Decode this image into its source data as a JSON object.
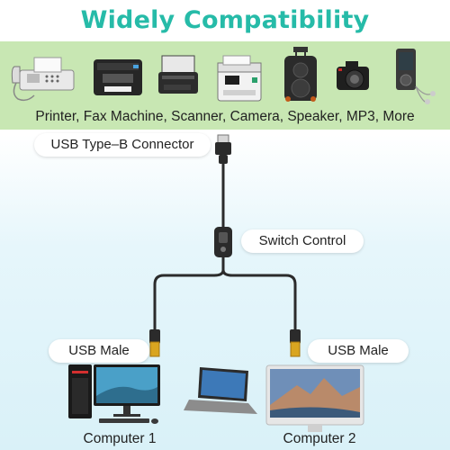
{
  "header": {
    "title": "Widely Compatibility"
  },
  "devices": {
    "caption": "Printer, Fax Machine, Scanner, Camera, Speaker, MP3, More",
    "items": [
      {
        "name": "fax-machine-icon"
      },
      {
        "name": "printer-icon"
      },
      {
        "name": "scanner-icon"
      },
      {
        "name": "multifunction-printer-icon"
      },
      {
        "name": "speaker-icon"
      },
      {
        "name": "camera-icon"
      },
      {
        "name": "mp3-player-icon"
      }
    ]
  },
  "labels": {
    "usb_type_b": "USB Type–B Connector",
    "switch_control": "Switch Control",
    "usb_male_left": "USB Male",
    "usb_male_right": "USB Male"
  },
  "computers": {
    "computer1": "Computer 1",
    "computer2": "Computer 2"
  },
  "colors": {
    "title": "#26bba8",
    "band": "#c8e7b3",
    "cable": "#2b2b2b",
    "usb_gold": "#d9a520"
  }
}
